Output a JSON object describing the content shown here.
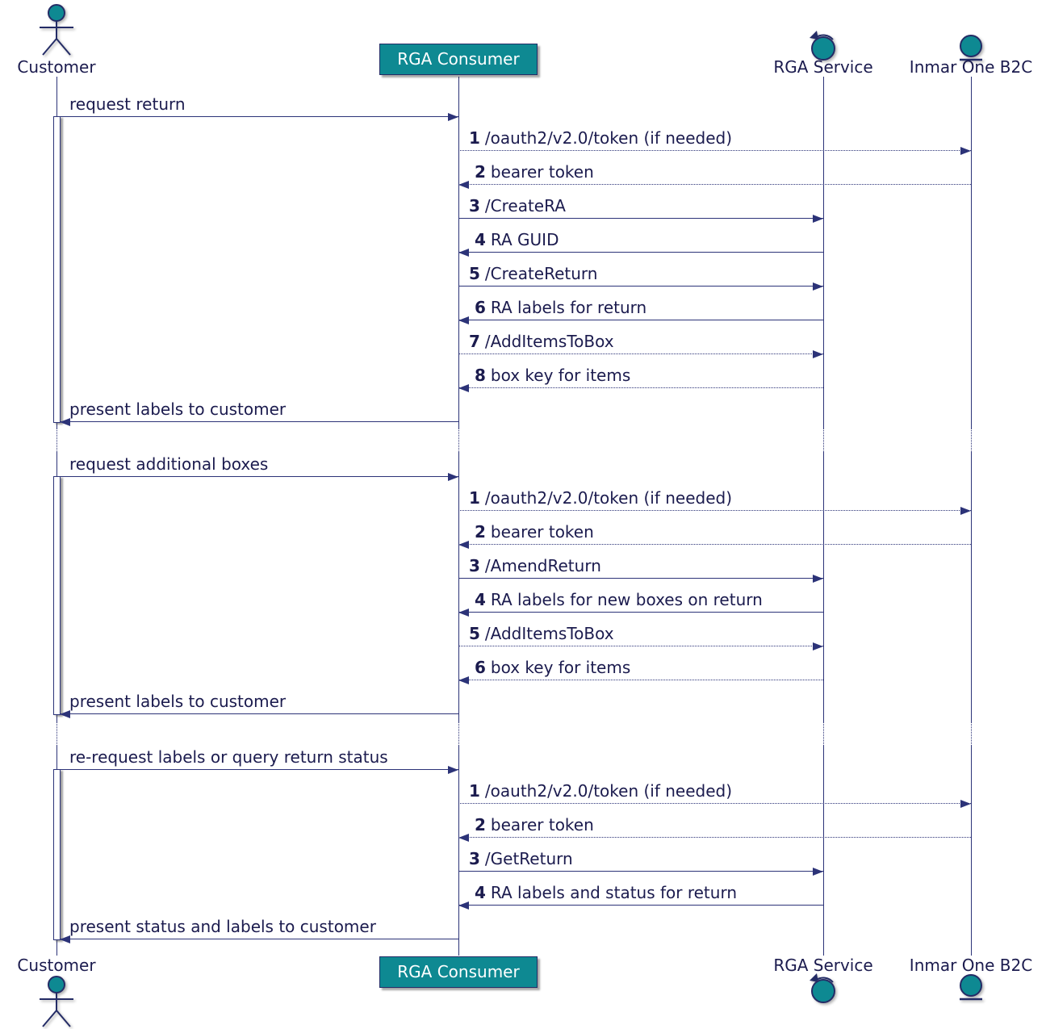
{
  "colors": {
    "teal": "#0e8992",
    "navy_line": "#2c3378",
    "navy_border": "#242c66",
    "text": "#1b1b4e",
    "box_text": "#ffffff",
    "background": "#ffffff"
  },
  "participants": [
    {
      "id": "customer",
      "label": "Customer",
      "type": "actor"
    },
    {
      "id": "consumer",
      "label": "RGA Consumer",
      "type": "box"
    },
    {
      "id": "service",
      "label": "RGA Service",
      "type": "control"
    },
    {
      "id": "b2c",
      "label": "Inmar One B2C",
      "type": "entity"
    }
  ],
  "blocks": [
    {
      "trigger": "request return",
      "result": "present labels to customer",
      "messages": [
        {
          "num": "1",
          "text": "/oauth2/v2.0/token (if needed)",
          "from": "consumer",
          "to": "b2c",
          "line": "dotted"
        },
        {
          "num": "2",
          "text": "bearer token",
          "from": "b2c",
          "to": "consumer",
          "line": "dotted"
        },
        {
          "num": "3",
          "text": "/CreateRA",
          "from": "consumer",
          "to": "service",
          "line": "solid"
        },
        {
          "num": "4",
          "text": "RA GUID",
          "from": "service",
          "to": "consumer",
          "line": "solid"
        },
        {
          "num": "5",
          "text": "/CreateReturn",
          "from": "consumer",
          "to": "service",
          "line": "solid"
        },
        {
          "num": "6",
          "text": "RA labels for return",
          "from": "service",
          "to": "consumer",
          "line": "solid"
        },
        {
          "num": "7",
          "text": "/AddItemsToBox",
          "from": "consumer",
          "to": "service",
          "line": "dotted"
        },
        {
          "num": "8",
          "text": "box key for items",
          "from": "service",
          "to": "consumer",
          "line": "dotted"
        }
      ]
    },
    {
      "trigger": "request additional boxes",
      "result": "present labels to customer",
      "messages": [
        {
          "num": "1",
          "text": "/oauth2/v2.0/token (if needed)",
          "from": "consumer",
          "to": "b2c",
          "line": "dotted"
        },
        {
          "num": "2",
          "text": "bearer token",
          "from": "b2c",
          "to": "consumer",
          "line": "dotted"
        },
        {
          "num": "3",
          "text": "/AmendReturn",
          "from": "consumer",
          "to": "service",
          "line": "solid"
        },
        {
          "num": "4",
          "text": "RA labels for new boxes on return",
          "from": "service",
          "to": "consumer",
          "line": "solid"
        },
        {
          "num": "5",
          "text": "/AddItemsToBox",
          "from": "consumer",
          "to": "service",
          "line": "dotted"
        },
        {
          "num": "6",
          "text": "box key for items",
          "from": "service",
          "to": "consumer",
          "line": "dotted"
        }
      ]
    },
    {
      "trigger": "re-request labels or query return status",
      "result": "present status and labels to customer",
      "messages": [
        {
          "num": "1",
          "text": "/oauth2/v2.0/token (if needed)",
          "from": "consumer",
          "to": "b2c",
          "line": "dotted"
        },
        {
          "num": "2",
          "text": "bearer token",
          "from": "b2c",
          "to": "consumer",
          "line": "dotted"
        },
        {
          "num": "3",
          "text": "/GetReturn",
          "from": "consumer",
          "to": "service",
          "line": "solid"
        },
        {
          "num": "4",
          "text": "RA labels and status for return",
          "from": "service",
          "to": "consumer",
          "line": "solid"
        }
      ]
    }
  ]
}
